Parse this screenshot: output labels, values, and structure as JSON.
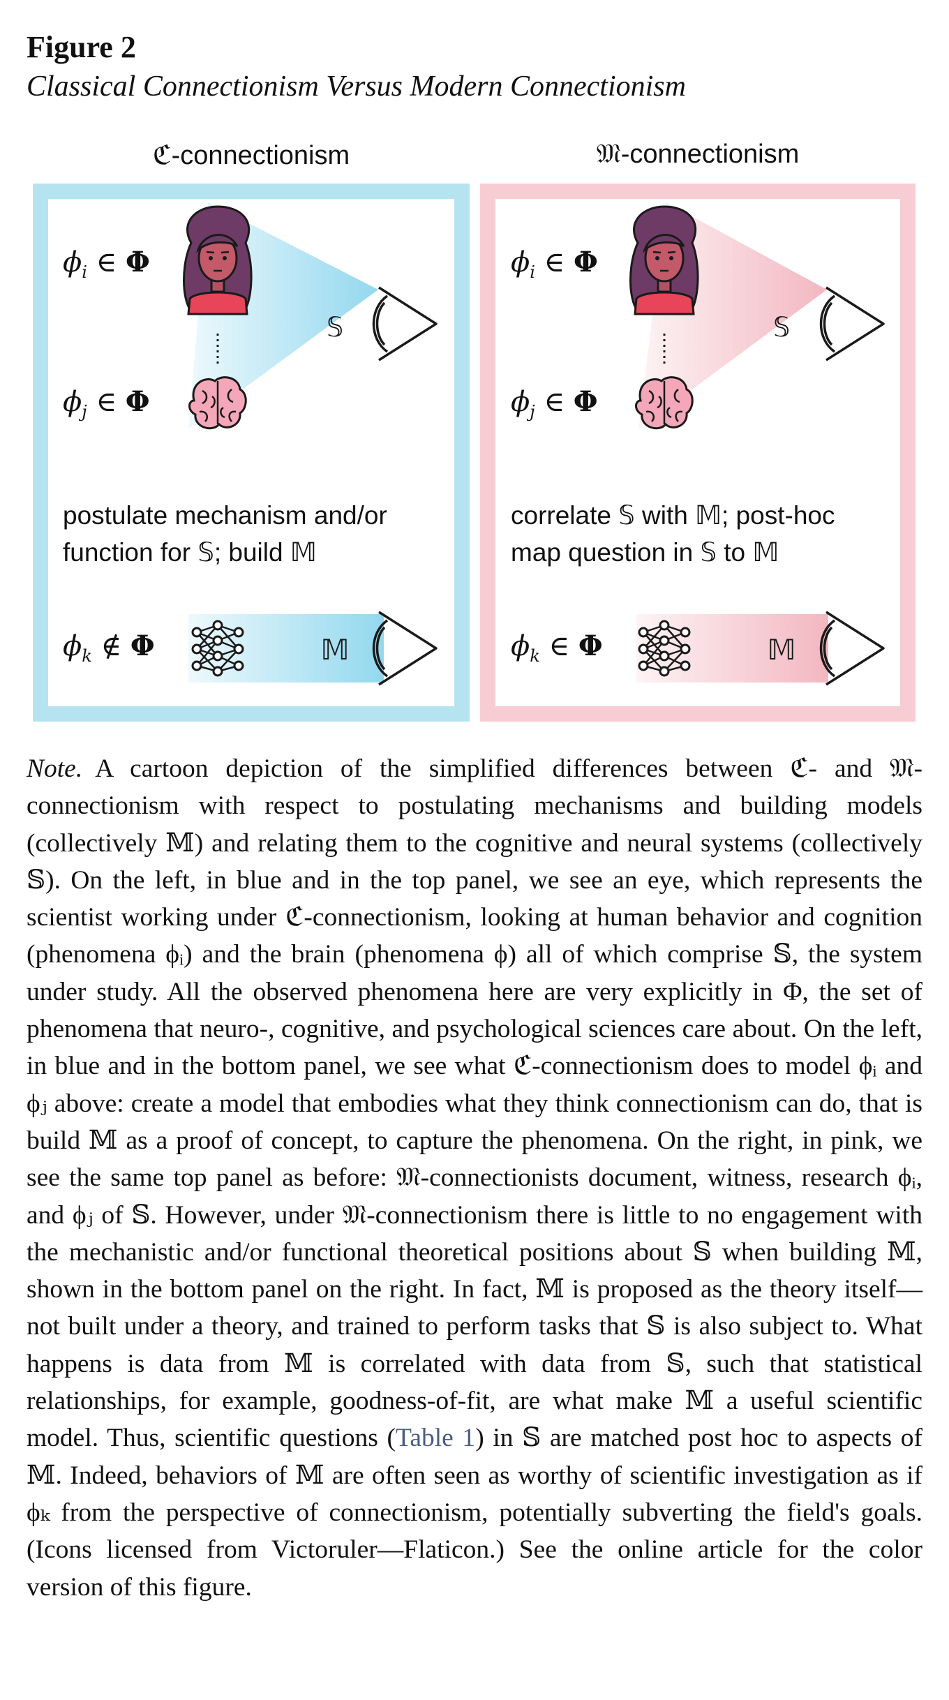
{
  "figure": {
    "label": "Figure 2",
    "title": "Classical Connectionism Versus Modern Connectionism"
  },
  "panels": {
    "left": {
      "heading": "ℭ-connectionism",
      "color": "#b5e4f0",
      "beam_color": "#8dd6ee",
      "phi_i": {
        "sym": "ϕ",
        "sub": "i",
        "rel": "∈",
        "set": "Φ"
      },
      "phi_j": {
        "sym": "ϕ",
        "sub": "j",
        "rel": "∈",
        "set": "Φ"
      },
      "phi_k": {
        "sym": "ϕ",
        "sub": "k",
        "rel": "∉",
        "set": "Φ"
      },
      "system_label": "𝕊",
      "model_label": "𝕄",
      "text_line1": "postulate mechanism and/or",
      "text_line2": "function for 𝕊; build 𝕄"
    },
    "right": {
      "heading": "𝔐-connectionism",
      "color": "#f7cdd3",
      "beam_color": "#f2b3bd",
      "phi_i": {
        "sym": "ϕ",
        "sub": "i",
        "rel": "∈",
        "set": "Φ"
      },
      "phi_j": {
        "sym": "ϕ",
        "sub": "j",
        "rel": "∈",
        "set": "Φ"
      },
      "phi_k": {
        "sym": "ϕ",
        "sub": "k",
        "rel": "∈",
        "set": "Φ"
      },
      "system_label": "𝕊",
      "model_label": "𝕄",
      "text_line1": "correlate 𝕊 with 𝕄; post-hoc",
      "text_line2": "map question in 𝕊 to 𝕄"
    }
  },
  "icons": {
    "person": "woman-face-icon",
    "brain": "brain-icon",
    "network": "neural-network-icon",
    "eye": "eye-icon"
  },
  "note": {
    "lead": "Note.",
    "seg1": "A cartoon depiction of the simplified differences between ℭ- and 𝔐-connectionism with respect to postulating mechanisms and building models (collectively 𝕄) and relating them to the cognitive and neural systems (collectively 𝕊). On the left, in blue and in the top panel, we see an eye, which represents the scientist working under ℭ-connectionism, looking at human behavior and cognition (phenomena ϕᵢ) and the brain (phenomena ϕ) all of which comprise 𝕊, the system under study. All the observed phenomena here are very explicitly in Φ, the set of phenomena that neuro-, cognitive, and psychological sciences care about. On the left, in blue and in the bottom panel, we see what ℭ-connectionism does to model ϕᵢ and ϕⱼ above: create a model that embodies what they think connectionism can do, that is build 𝕄 as a proof of concept, to capture the phenomena. On the right, in pink, we see the same top panel as before: 𝔐-connectionists document, witness, research ϕᵢ, and ϕⱼ of 𝕊. However, under 𝔐-connectionism there is little to no engagement with the mechanistic and/or functional theoretical positions about 𝕊 when building 𝕄, shown in the bottom panel on the right. In fact, 𝕄 is proposed as the theory itself—not built under a theory, and trained to perform tasks that 𝕊 is also subject to. What happens is data from 𝕄 is correlated with data from 𝕊, such that statistical relationships, for example, goodness-of-fit, are what make 𝕄 a useful scientific model. Thus, scientific questions (",
    "table_ref": "Table 1",
    "seg2": ") in 𝕊 are matched post hoc to aspects of 𝕄. Indeed, behaviors of 𝕄 are often seen as worthy of scientific investigation as if ϕₖ from the perspective of connectionism, potentially subverting the field's goals. (Icons licensed from Victoruler—Flaticon.) See the online article for the color version of this figure."
  }
}
